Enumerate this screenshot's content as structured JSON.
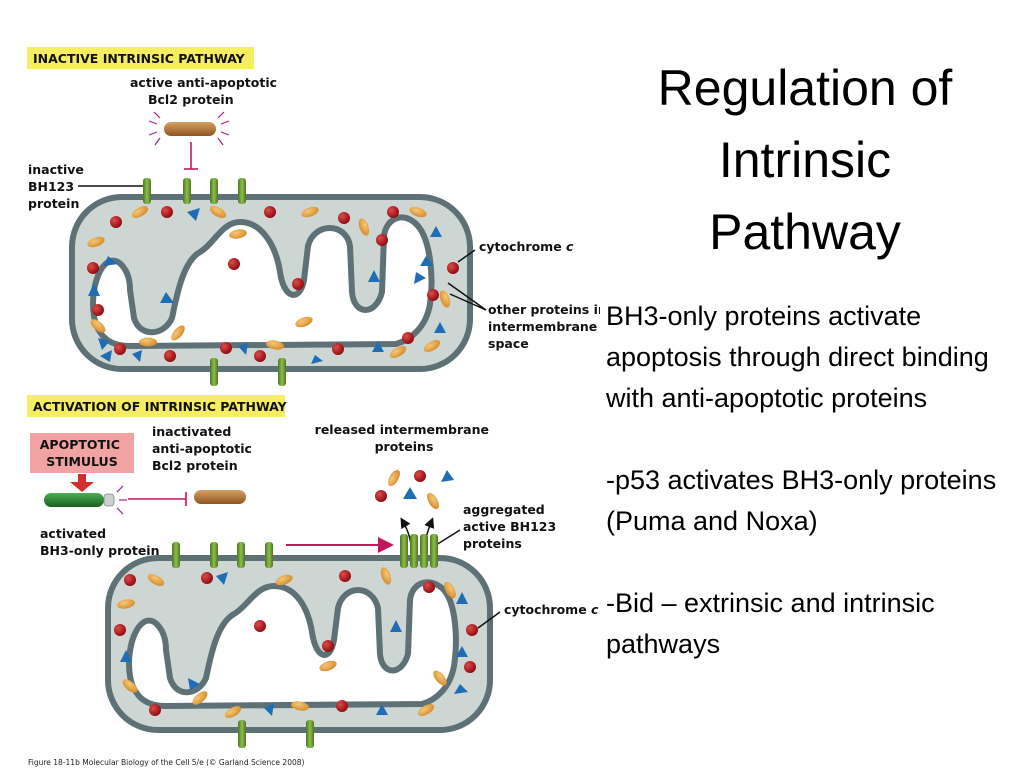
{
  "slide": {
    "title_lines": [
      "Regulation of",
      "Intrinsic",
      "Pathway"
    ],
    "bullets": [
      "BH3-only proteins activate apoptosis through direct binding with anti-apoptotic proteins",
      "-p53 activates BH3-only proteins (Puma and Noxa)",
      "-Bid – extrinsic and intrinsic pathways"
    ]
  },
  "figure": {
    "panel_top": {
      "heading": "INACTIVE INTRINSIC PATHWAY",
      "bcl2_label": [
        "active anti-apoptotic",
        "Bcl2 protein"
      ],
      "bh123_label": [
        "inactive",
        "BH123",
        "protein"
      ],
      "cytochrome_label": "cytochrome",
      "cytochrome_italic": "c",
      "other_proteins_label": [
        "other proteins in",
        "intermembrane",
        "space"
      ]
    },
    "panel_bottom": {
      "heading": "ACTIVATION OF INTRINSIC PATHWAY",
      "stimulus_label": [
        "APOPTOTIC",
        "STIMULUS"
      ],
      "inactivated_label": [
        "inactivated",
        "anti-apoptotic",
        "Bcl2 protein"
      ],
      "activated_label": [
        "activated",
        "BH3-only protein"
      ],
      "released_label": [
        "released intermembrane",
        "proteins"
      ],
      "aggregated_label": [
        "aggregated",
        "active BH123",
        "proteins"
      ],
      "cytochrome_label": "cytochrome",
      "cytochrome_italic": "c"
    },
    "caption": "Figure 18-11b  Molecular Biology of the Cell 5/e (© Garland Science 2008)",
    "colors": {
      "heading_bg": "#f5ed62",
      "stimulus_bg": "#f1a3a3",
      "membrane": "#5e7176",
      "matrix": "#cdd6d3",
      "bh123": "#6b9432",
      "bcl2": "#b5763a",
      "bh3": "#2e7d2f",
      "cytochrome": "#b01317",
      "triangle": "#1f6db4",
      "oval": "#e8a444",
      "inhibit_line": "#c2185b"
    }
  }
}
